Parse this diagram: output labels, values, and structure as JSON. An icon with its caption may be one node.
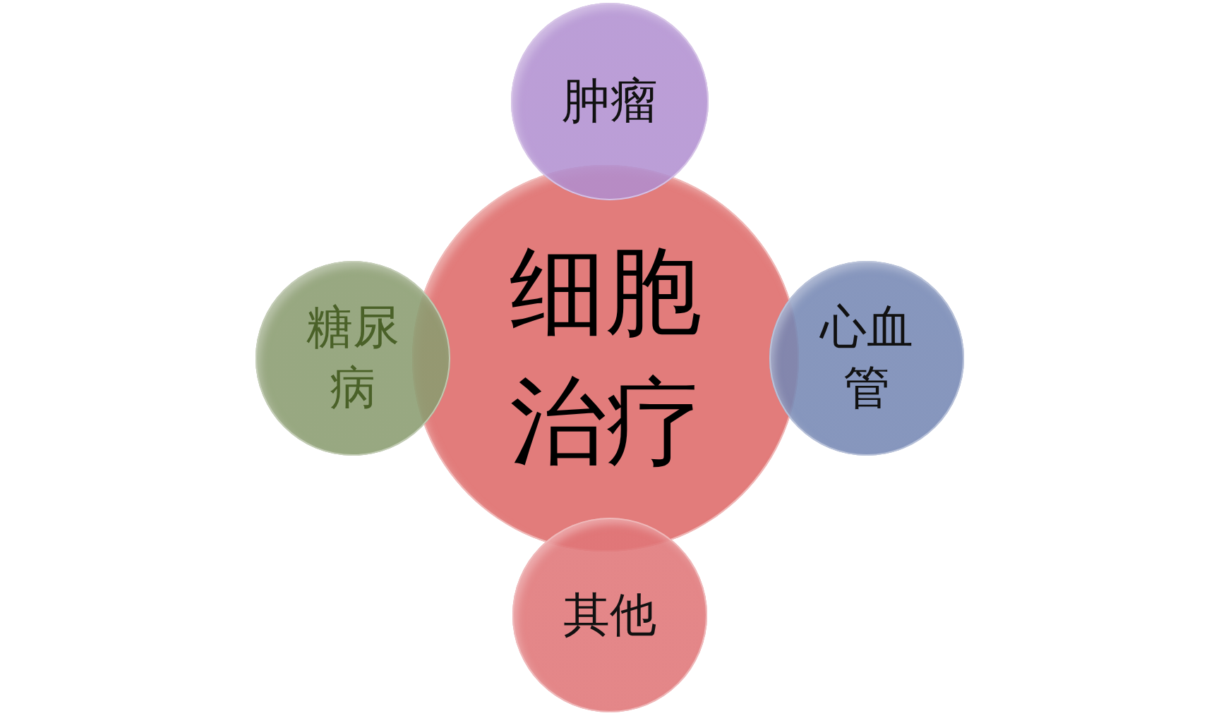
{
  "diagram": {
    "nodes": [
      {
        "text": [
          "肿瘤"
        ]
      },
      {
        "text": [
          "糖尿病"
        ]
      },
      {
        "text": [
          "细胞治疗"
        ]
      },
      {
        "text": [
          "心血管"
        ]
      },
      {
        "text": [
          "其他"
        ]
      }
    ]
  }
}
